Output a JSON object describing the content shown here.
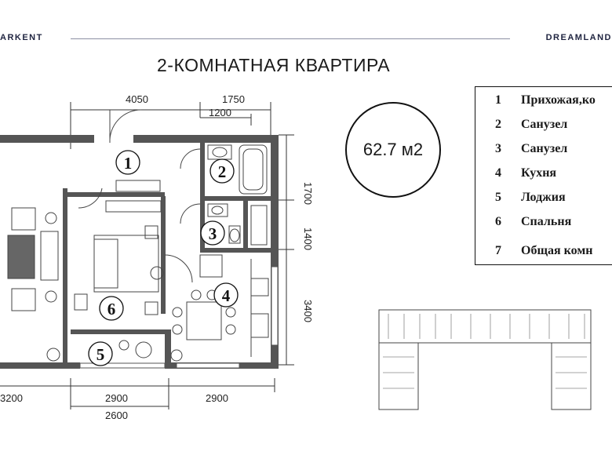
{
  "brand": {
    "left": "ARKENT",
    "right": "DREAMLAND"
  },
  "title": "2-КОМНАТНАЯ КВАРТИРА",
  "area": "62.7 м2",
  "dimensions": {
    "top_left": "4050",
    "top_right": "1750",
    "top_inner": "1200",
    "right_top": "1700",
    "right_mid": "1400",
    "right_bottom": "3400",
    "bottom_left": "3200",
    "bottom_mid_top": "2900",
    "bottom_mid_bottom": "2600",
    "bottom_right": "2900"
  },
  "rooms": [
    "1",
    "2",
    "3",
    "4",
    "5",
    "6"
  ],
  "legend": [
    {
      "num": "1",
      "label": "Прихожая,ко"
    },
    {
      "num": "2",
      "label": "Санузел"
    },
    {
      "num": "3",
      "label": "Санузел"
    },
    {
      "num": "4",
      "label": "Кухня"
    },
    {
      "num": "5",
      "label": "Лоджия"
    },
    {
      "num": "6",
      "label": "Спальня"
    },
    {
      "num": "7",
      "label": "Общая комн"
    }
  ]
}
